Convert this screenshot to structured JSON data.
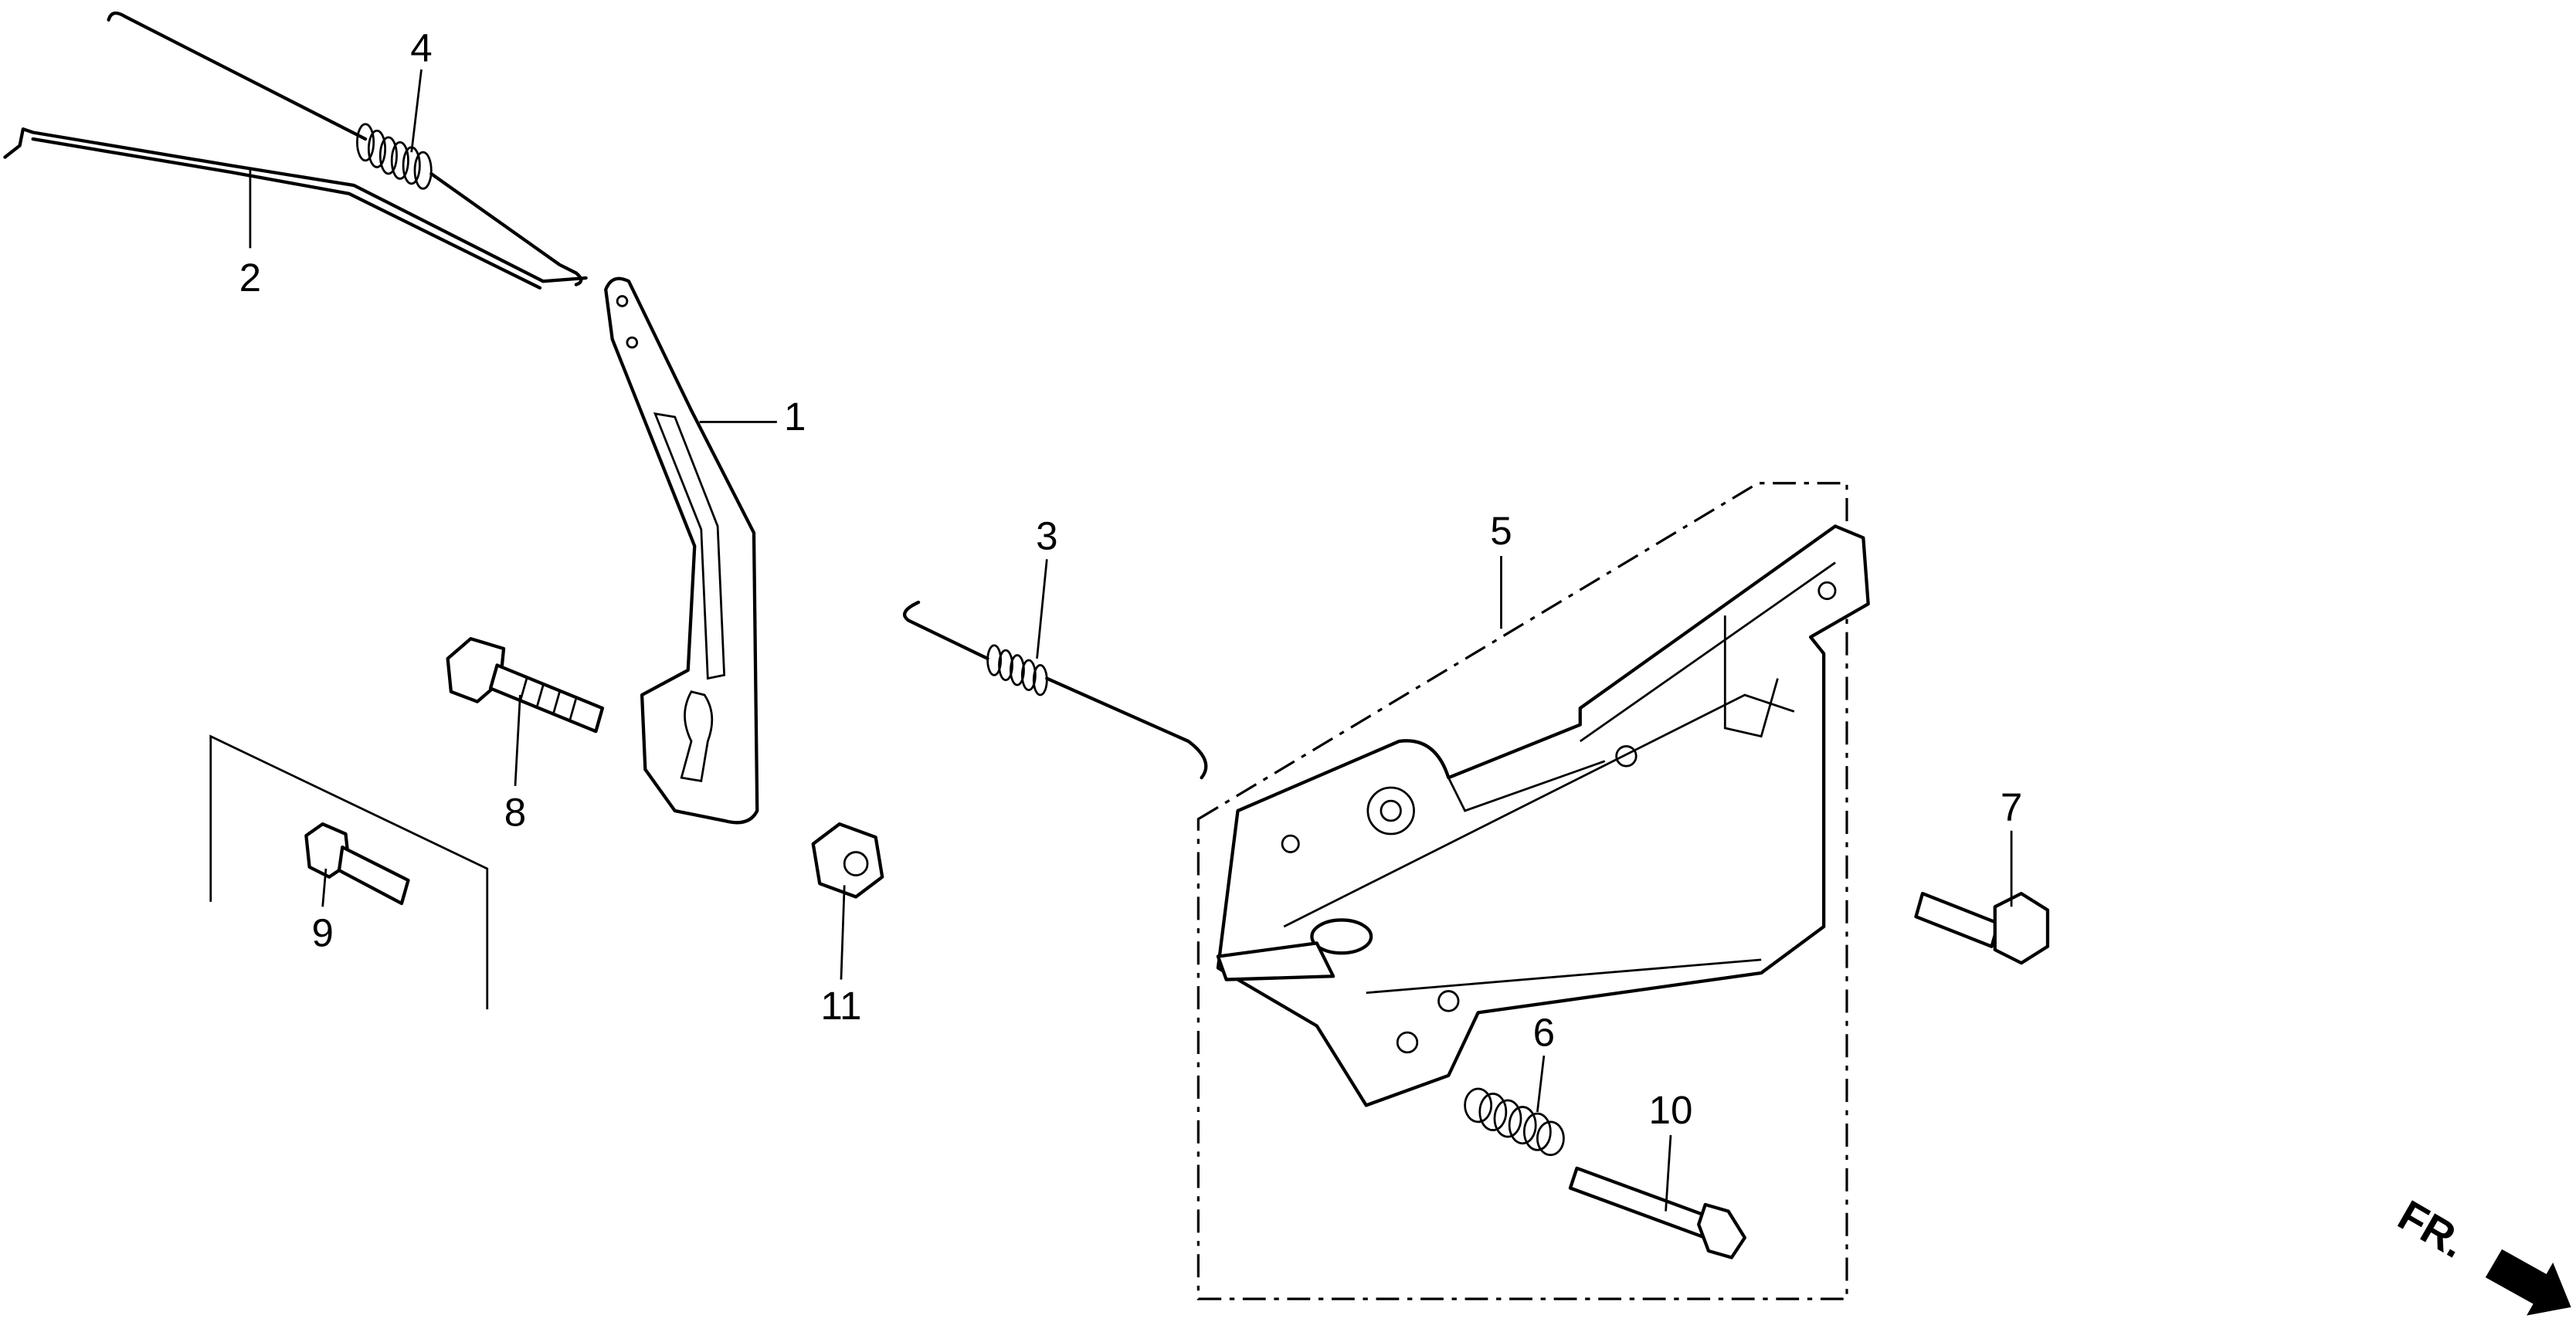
{
  "diagram": {
    "callouts": [
      "1",
      "2",
      "3",
      "4",
      "5",
      "6",
      "7",
      "8",
      "9",
      "10",
      "11"
    ],
    "direction_label": "FR."
  }
}
